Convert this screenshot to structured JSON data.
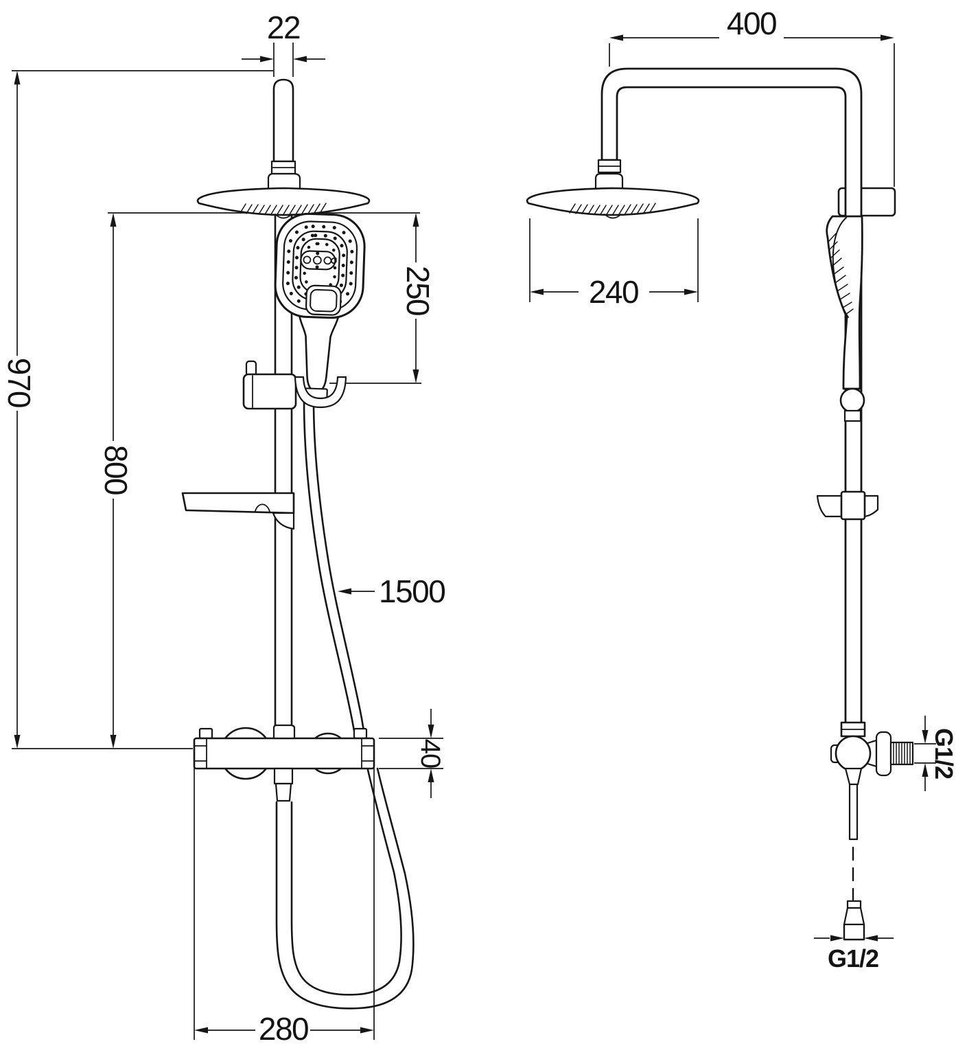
{
  "page": {
    "background": "#ffffff",
    "line_color": "#161616"
  },
  "drawing": {
    "front_view": {
      "dims": {
        "pipe_diameter": "22",
        "overall_height": "970",
        "rail_height": "800",
        "hand_shower_height": "250",
        "hose_length": "1500",
        "mixer_body_height": "40",
        "mixer_width": "280"
      }
    },
    "side_view": {
      "dims": {
        "arm_projection": "400",
        "head_width": "240",
        "inlet_thread": "G1/2",
        "hose_thread": "G1/2"
      }
    }
  }
}
